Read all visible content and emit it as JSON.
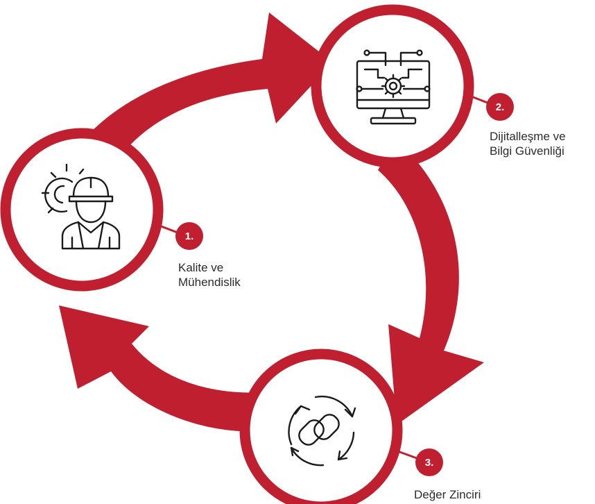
{
  "colors": {
    "accent": "#c01f2f",
    "icon_stroke": "#1a1a1a",
    "background": "#ffffff"
  },
  "steps": [
    {
      "number": "1.",
      "label_lines": [
        "Kalite ve",
        "Mühendislik"
      ],
      "icon": "engineer-gear-icon"
    },
    {
      "number": "2.",
      "label_lines": [
        "Dijitalleşme ve",
        "Bilgi Güvenliği"
      ],
      "icon": "monitor-circuit-gear-icon"
    },
    {
      "number": "3.",
      "label_lines": [
        "Değer Zinciri"
      ],
      "icon": "chain-link-cycle-icon"
    }
  ]
}
